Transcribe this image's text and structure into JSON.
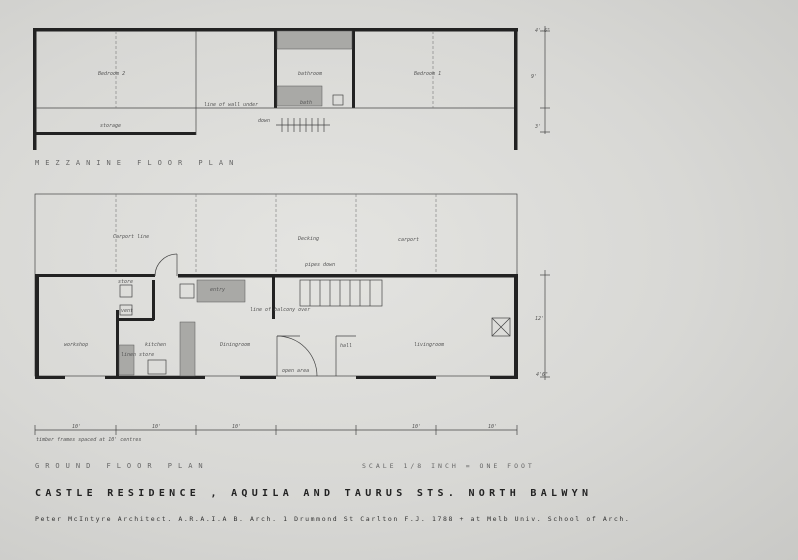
{
  "mezzanine": {
    "title": "MEZZANINE   FLOOR   PLAN",
    "rooms": {
      "bedroom2": "Bedroom 2",
      "bathroom": "bathroom",
      "bedroom1": "Bedroom 1",
      "storage": "storage",
      "bath": "bath",
      "landing": "line of wall under",
      "down": "down"
    },
    "dims": {
      "top": "4'-6\"",
      "mid": "9'",
      "low": "3'"
    }
  },
  "ground": {
    "title": "GROUND   FLOOR   PLAN",
    "scale": "SCALE  1/8 INCH = ONE FOOT",
    "rooms": {
      "carport_line": "Carport line",
      "decking": "Decking",
      "carport": "carport",
      "pipes": "pipes down",
      "workshop": "workshop",
      "kitchen": "kitchen",
      "diningroom": "Diningroom",
      "livingroom": "livingroom",
      "store": "store",
      "vent": "vent",
      "linen": "linen store",
      "entry": "entry",
      "hall": "hall",
      "open_area": "open area",
      "stair_line": "line of balcony over",
      "note": "timber frames spaced at 10' centres"
    },
    "bays": [
      "10'",
      "10'",
      "10'",
      "10'",
      "10'"
    ],
    "dims": {
      "main": "12'",
      "edge": "4'6\""
    }
  },
  "title_block": {
    "name": "CASTLE RESIDENCE , AQUILA AND TAURUS STS. NORTH BALWYN",
    "credits": "Peter McIntyre Architect.  A.R.A.I.A   B. Arch.   1 Drummond St Carlton  F.J. 1788 + at Melb Univ. School of Arch."
  }
}
